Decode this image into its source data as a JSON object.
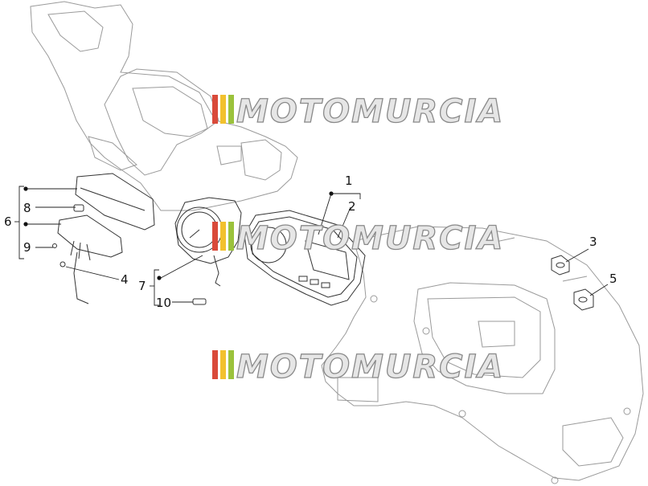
{
  "watermark": {
    "text": "MOTOMURCIA",
    "stripe_colors": [
      "#d94a3a",
      "#f2c12e",
      "#9bc23c"
    ]
  },
  "callouts": [
    {
      "id": "1",
      "text": "1"
    },
    {
      "id": "2",
      "text": "2"
    },
    {
      "id": "3",
      "text": "3"
    },
    {
      "id": "4",
      "text": "4"
    },
    {
      "id": "5",
      "text": "5"
    },
    {
      "id": "6",
      "text": "6"
    },
    {
      "id": "7",
      "text": "7"
    },
    {
      "id": "8",
      "text": "8"
    },
    {
      "id": "9",
      "text": "9"
    },
    {
      "id": "10",
      "text": "10"
    }
  ]
}
